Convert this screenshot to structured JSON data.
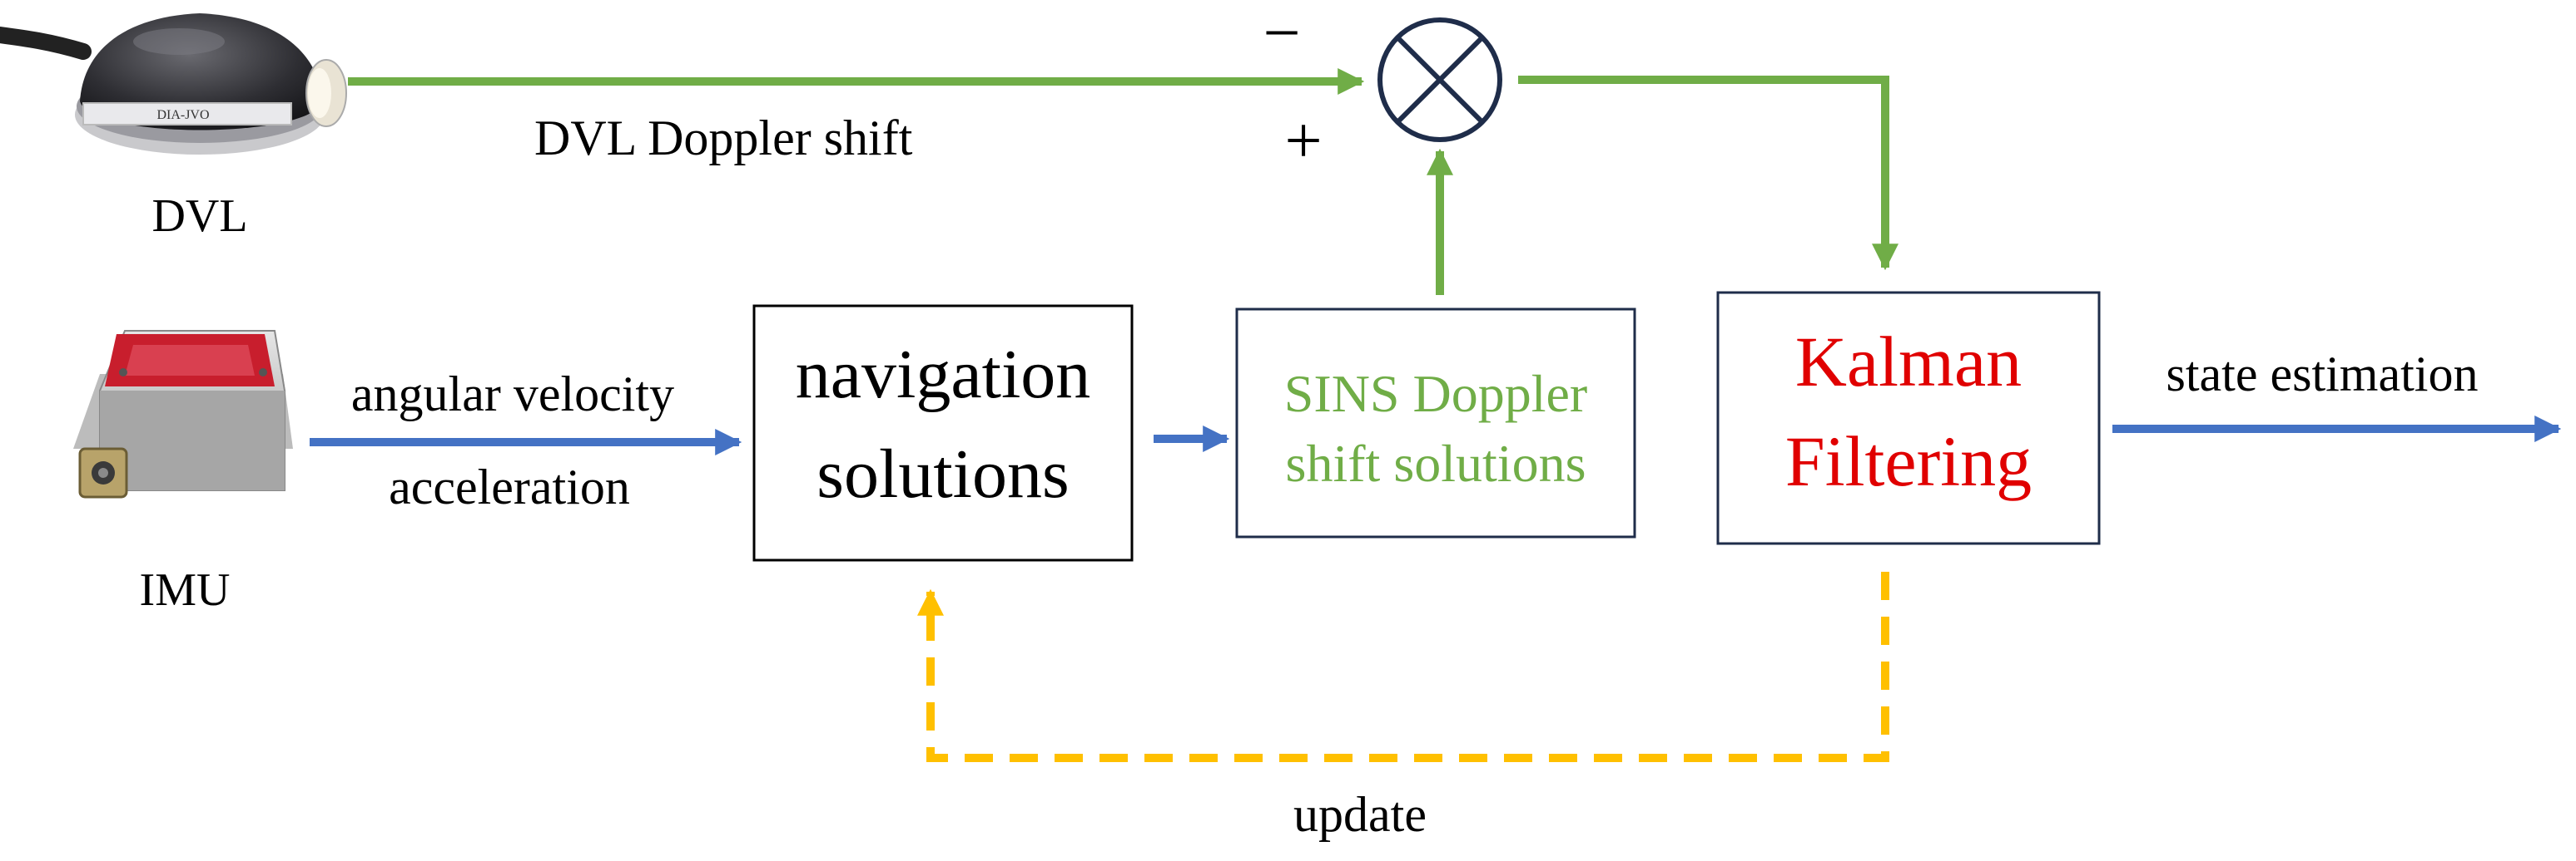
{
  "labels": {
    "dvl_device": "DVL",
    "imu_device": "IMU",
    "dvl_signal": "DVL Doppler shift",
    "minus_sign": "−",
    "plus_sign": "+",
    "imu_signal_line1": "angular velocity",
    "imu_signal_line2": "acceleration",
    "nav_box_line1": "navigation",
    "nav_box_line2": "solutions",
    "sins_box_line1": "SINS Doppler",
    "sins_box_line2": "shift solutions",
    "kalman_box_line1": "Kalman",
    "kalman_box_line2": "Filtering",
    "output_signal": "state estimation",
    "feedback_label": "update",
    "dvl_device_text": "DIA-JVO"
  },
  "colors": {
    "green": "#70ad47",
    "blue": "#4472c4",
    "yellow": "#ffc000",
    "red": "#e00000",
    "dark": "#1f2d4a",
    "text": "#000000"
  }
}
